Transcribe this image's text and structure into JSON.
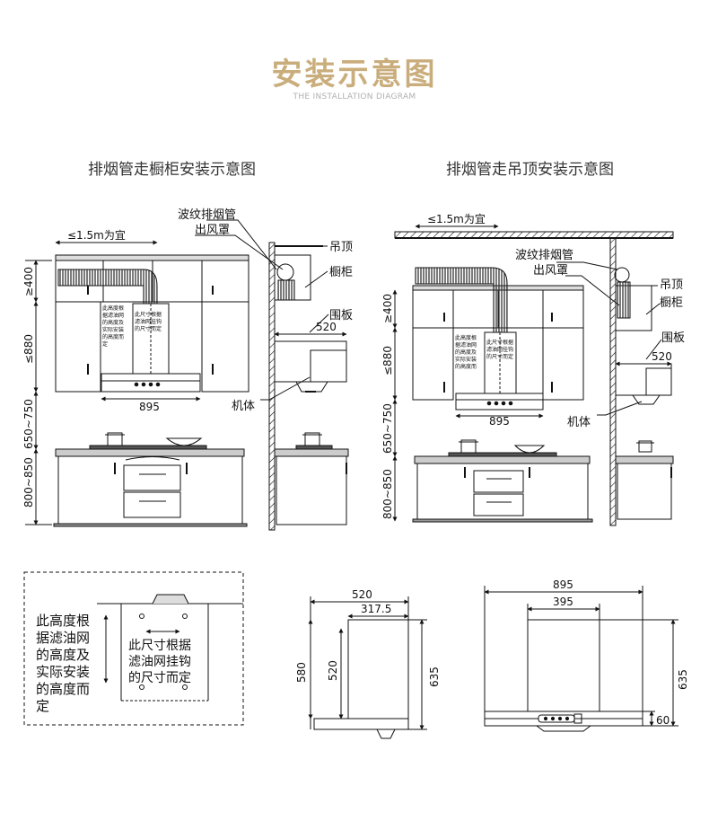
{
  "header": {
    "title": "安装示意图",
    "subtitle": "THE INSTALLATION DIAGRAM"
  },
  "cabinet_diagram": {
    "title": "排烟管走橱柜安装示意图",
    "width_note": "≤1.5m为宜",
    "dim_400": "≥400",
    "dim_880": "≤880",
    "dim_650_750": "650~750",
    "dim_800_850": "800~850",
    "dim_895": "895",
    "dim_520": "520",
    "note_height": [
      "此高度根",
      "据滤油网",
      "的高度及",
      "实际安装",
      "的高度而",
      "定"
    ],
    "note_size": [
      "此尺寸根据",
      "滤油网挂钩",
      "的尺寸而定"
    ],
    "labels": {
      "duct": "波纹排烟管",
      "outlet": "出风罩",
      "ceiling": "吊顶",
      "cabinet": "橱柜",
      "panel": "围板",
      "body": "机体"
    }
  },
  "ceiling_diagram": {
    "title": "排烟管走吊顶安装示意图",
    "width_note": "≤1.5m为宜",
    "dim_400": "≥400",
    "dim_880": "≤880",
    "dim_650_750": "650~750",
    "dim_800_850": "800~850",
    "dim_895": "895",
    "dim_520": "520",
    "note_height": [
      "此高度根",
      "据滤油网",
      "的高度及",
      "实际安装",
      "的高度而",
      "定"
    ],
    "note_size": [
      "此尺寸根据",
      "滤油网挂钩",
      "的尺寸而定"
    ],
    "labels": {
      "duct": "波纹排烟管",
      "outlet": "出风罩",
      "ceiling": "吊顶",
      "cabinet": "橱柜",
      "panel": "围板",
      "body": "机体"
    }
  },
  "detail": {
    "note_height": [
      "此高度根",
      "据滤油网",
      "的高度及",
      "实际安装",
      "的高度而",
      "定"
    ],
    "note_size": [
      "此尺寸根据",
      "滤油网挂钩",
      "的尺寸而定"
    ]
  },
  "side_view": {
    "dim_520": "520",
    "dim_317_5": "317.5",
    "dim_580": "580",
    "dim_520_v": "520",
    "dim_635": "635"
  },
  "front_view": {
    "dim_895": "895",
    "dim_395": "395",
    "dim_635": "635",
    "dim_60": "60"
  }
}
